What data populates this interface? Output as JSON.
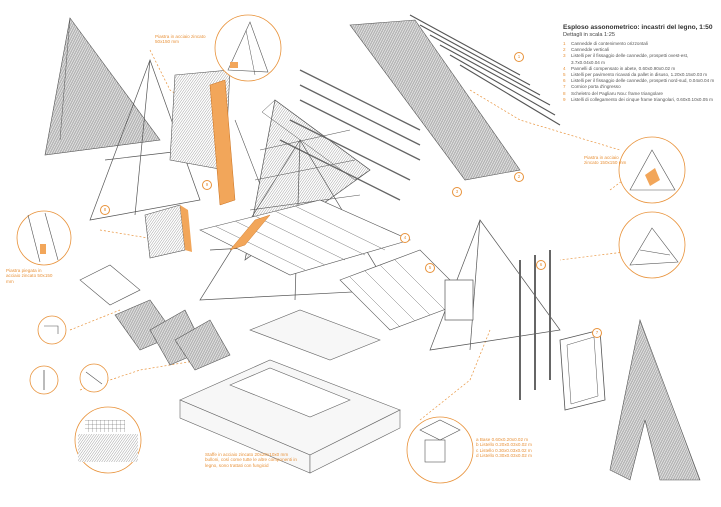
{
  "legend": {
    "title": "Esploso assonometrico: incastri del legno, 1:50",
    "subtitle": "Dettagli in scala 1:25",
    "items": [
      {
        "n": "1",
        "text": "Cannedde di contenimento orizzontali"
      },
      {
        "n": "2",
        "text": "Cannedde verticali"
      },
      {
        "n": "3",
        "text": "Listelli per il fissaggio delle cannedde, prospetti ovest-est, 3.7x0.04x0.04 m"
      },
      {
        "n": "4",
        "text": "Pannelli di compensato in abete, 0.60x0.90x0.02 m"
      },
      {
        "n": "5",
        "text": "Listelli per pavimento ricavati da pallet in disuso, 1.20x0.15x0.03 m"
      },
      {
        "n": "6",
        "text": "Listelli per il fissaggio delle cannedde, prospetti nord-sud, 0.04x0.04 m"
      },
      {
        "n": "7",
        "text": "Cornice porta d'ingresso"
      },
      {
        "n": "8",
        "text": "Scheletro del Pagliaru Nou: frame triangolare"
      },
      {
        "n": "9",
        "text": "Listelli di collegamento dei cinque frame triangolari, 0.60x0.10x0.05 m"
      }
    ]
  },
  "notes": {
    "plate_top": "Piastra in acciaio zincato 50x150 mm",
    "plate_right": "Piastra in acciaio zincato 150x150 mm",
    "plate_left": "Piastra piegata in acciaio zincato 50x150 mm",
    "feet": "Staffe in acciaio zincato 20x20x10x0 mm bulloni, così come tutte le altre componenti in legno, sono trattati con fungicid",
    "base_items": [
      {
        "n": "a",
        "text": "Base 0.60x0.20x0.02 m"
      },
      {
        "n": "b",
        "text": "Listello 0.20x0.03x0.02 m"
      },
      {
        "n": "c",
        "text": "Listello 0.30x0.03x0.02 m"
      },
      {
        "n": "d",
        "text": "Listello 0.30x0.03x0.02 m"
      }
    ]
  },
  "badges": [
    "1",
    "2",
    "3",
    "4",
    "5",
    "6",
    "7",
    "8",
    "9"
  ],
  "colors": {
    "accent": "#e8923a",
    "line": "#555555",
    "hatch": "#8a8a8a",
    "plate": "#f2a65a"
  }
}
